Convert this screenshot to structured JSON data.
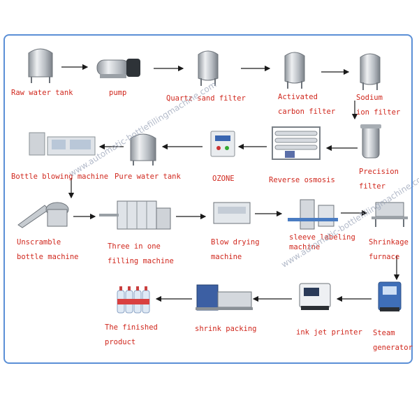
{
  "colors": {
    "frame": "#5b8fd6",
    "label": "#d0271d",
    "arrow": "#1a1a1a"
  },
  "watermark": "www.automatic-bottlefillingmachine.com",
  "nodes": [
    {
      "id": "raw-water-tank",
      "label": [
        "Raw water tank"
      ],
      "icon": "tank-icon"
    },
    {
      "id": "pump",
      "label": [
        "pump"
      ],
      "icon": "pump-icon"
    },
    {
      "id": "quartz-sand-filter",
      "label": [
        "Quartz sand filter"
      ],
      "icon": "filter-vessel-icon"
    },
    {
      "id": "activated-carbon-filter",
      "label": [
        "Activated",
        "carbon filter"
      ],
      "icon": "filter-vessel-icon"
    },
    {
      "id": "sodium-ion-filter",
      "label": [
        "Sodium",
        "ion filter"
      ],
      "icon": "filter-vessel-icon"
    },
    {
      "id": "precision-filter",
      "label": [
        "Precision",
        "filter"
      ],
      "icon": "cartridge-filter-icon"
    },
    {
      "id": "reverse-osmosis",
      "label": [
        "Reverse osmosis"
      ],
      "icon": "ro-system-icon"
    },
    {
      "id": "ozone",
      "label": [
        "OZONE"
      ],
      "icon": "ozone-generator-icon"
    },
    {
      "id": "pure-water-tank",
      "label": [
        "Pure water tank"
      ],
      "icon": "tank-icon"
    },
    {
      "id": "bottle-blowing-machine",
      "label": [
        "Bottle blowing machine"
      ],
      "icon": "blowing-machine-icon"
    },
    {
      "id": "unscramble-bottle-machine",
      "label": [
        "Unscramble",
        "bottle machine"
      ],
      "icon": "unscrambler-icon"
    },
    {
      "id": "filling-machine",
      "label": [
        "Three in one",
        "filling machine"
      ],
      "icon": "filling-machine-icon"
    },
    {
      "id": "blow-drying-machine",
      "label": [
        "Blow drying",
        "machine"
      ],
      "icon": "dryer-icon"
    },
    {
      "id": "sleeve-labeling-machine",
      "label": [
        "sleeve labeling",
        "machine"
      ],
      "icon": "labeler-icon"
    },
    {
      "id": "shrinkage-furnace",
      "label": [
        "Shrinkage",
        "furnace"
      ],
      "icon": "shrink-tunnel-icon"
    },
    {
      "id": "steam-generator",
      "label": [
        "Steam",
        "generator"
      ],
      "icon": "steam-generator-icon"
    },
    {
      "id": "ink-jet-printer",
      "label": [
        "ink jet printer"
      ],
      "icon": "printer-icon"
    },
    {
      "id": "shrink-packing",
      "label": [
        "shrink packing"
      ],
      "icon": "shrink-packer-icon"
    },
    {
      "id": "finished-product",
      "label": [
        "The finished",
        "product"
      ],
      "icon": "bottle-pack-icon"
    }
  ]
}
